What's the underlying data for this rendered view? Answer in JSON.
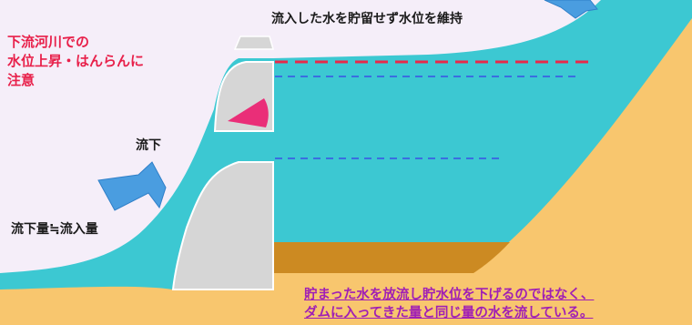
{
  "labels": {
    "top_caption": "流入した水を貯留せず水位を維持",
    "warning_line1": "下流河川での",
    "warning_line2": "水位上昇・はんらんに",
    "warning_line3": "注意",
    "outflow": "流下",
    "balance": "流下量≒流入量",
    "note_line1": "貯まった水を放流し貯水位を下げるのではなく、",
    "note_line2": "ダムに入ってきた量と同じ量の水を流している。"
  },
  "colors": {
    "background": "#f5eef9",
    "water": "#3cc8d2",
    "ground": "#f8c66e",
    "sediment": "#cc8a22",
    "dam_body": "#d6d6d6",
    "arrow": "#4a9de0",
    "gate": "#ea2e78",
    "water_level_line": "#e8294a",
    "reference_line": "#3a6ee0",
    "warning_text": "#e8204a",
    "note_text": "#a01fb5"
  }
}
